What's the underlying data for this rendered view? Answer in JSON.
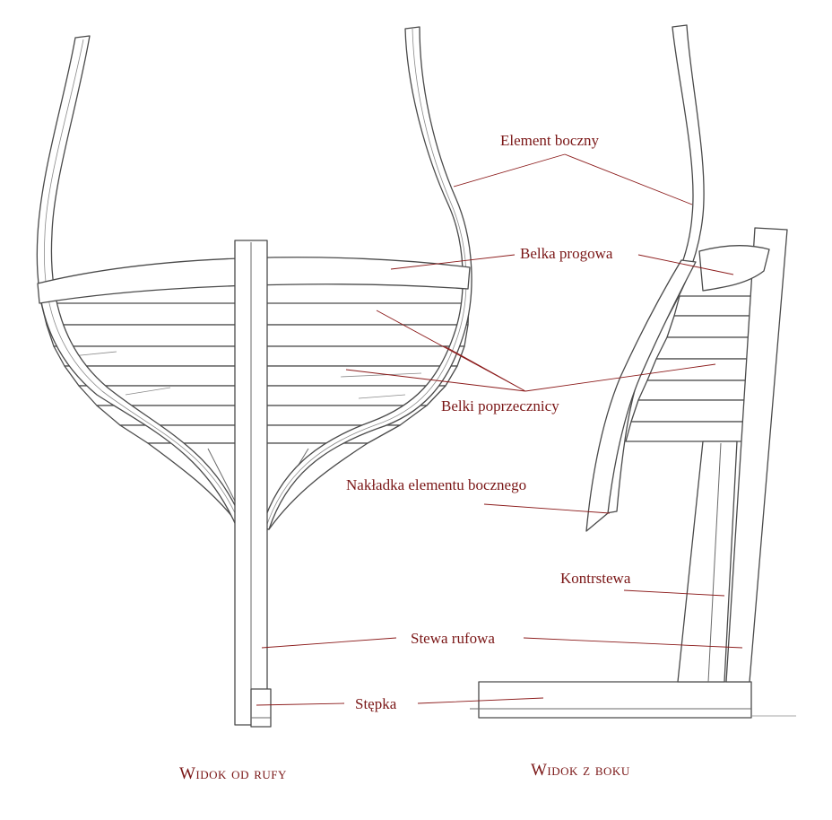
{
  "labels": {
    "element_boczny": "Element boczny",
    "belka_progowa": "Belka progowa",
    "belki_poprzecznicy": "Belki poprzecznicy",
    "nakladka": "Nakładka elementu bocznego",
    "kontrstewa": "Kontrstewa",
    "stewa_rufowa": "Stewa rufowa",
    "stepka": "Stępka"
  },
  "views": {
    "stern_title": "Widok od rufy",
    "side_title": "Widok z boku"
  },
  "colors": {
    "label": "#7a1616",
    "leader": "#8b1a1a",
    "line": "#4a4a4a"
  }
}
